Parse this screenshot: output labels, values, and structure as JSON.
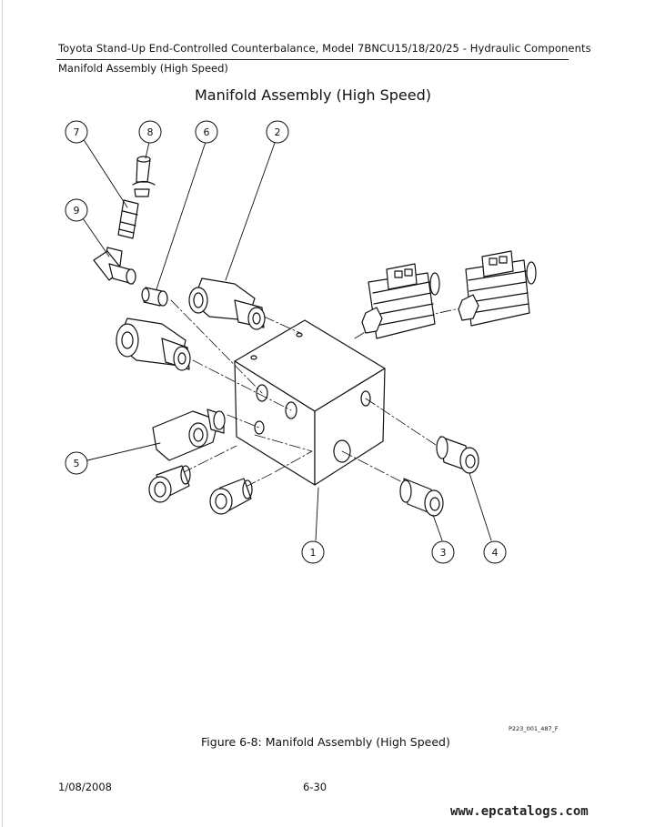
{
  "header": {
    "title": "Toyota Stand-Up End-Controlled Counterbalance, Model 7BNCU15/18/20/25 - Hydraulic Components",
    "section": "Manifold Assembly (High Speed)"
  },
  "page_title": "Manifold Assembly (High Speed)",
  "callouts": [
    "1",
    "2",
    "3",
    "4",
    "5",
    "6",
    "7",
    "8",
    "9"
  ],
  "figure": {
    "ref_code": "P223_001_487_F",
    "caption": "Figure 6-8:  Manifold Assembly (High Speed)"
  },
  "footer": {
    "date": "1/08/2008",
    "page": "6-30",
    "watermark": "www.epcatalogs.com"
  }
}
